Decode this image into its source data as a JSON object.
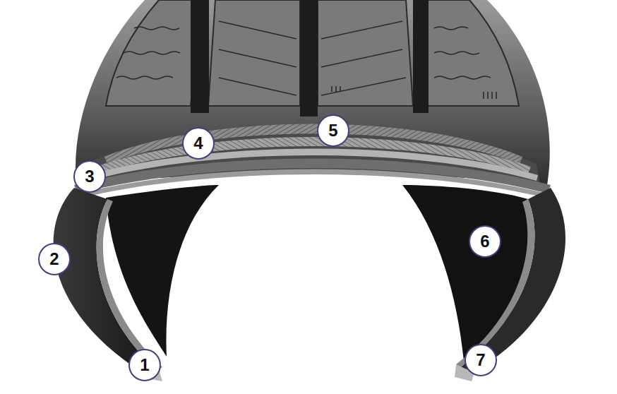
{
  "diagram": {
    "nodes": [
      {
        "text": [
          "1"
        ]
      },
      {
        "text": [
          "2"
        ]
      },
      {
        "text": [
          "3"
        ]
      },
      {
        "text": [
          "4"
        ]
      },
      {
        "text": [
          "5"
        ]
      },
      {
        "text": [
          "6"
        ]
      },
      {
        "text": [
          "7"
        ]
      }
    ]
  }
}
